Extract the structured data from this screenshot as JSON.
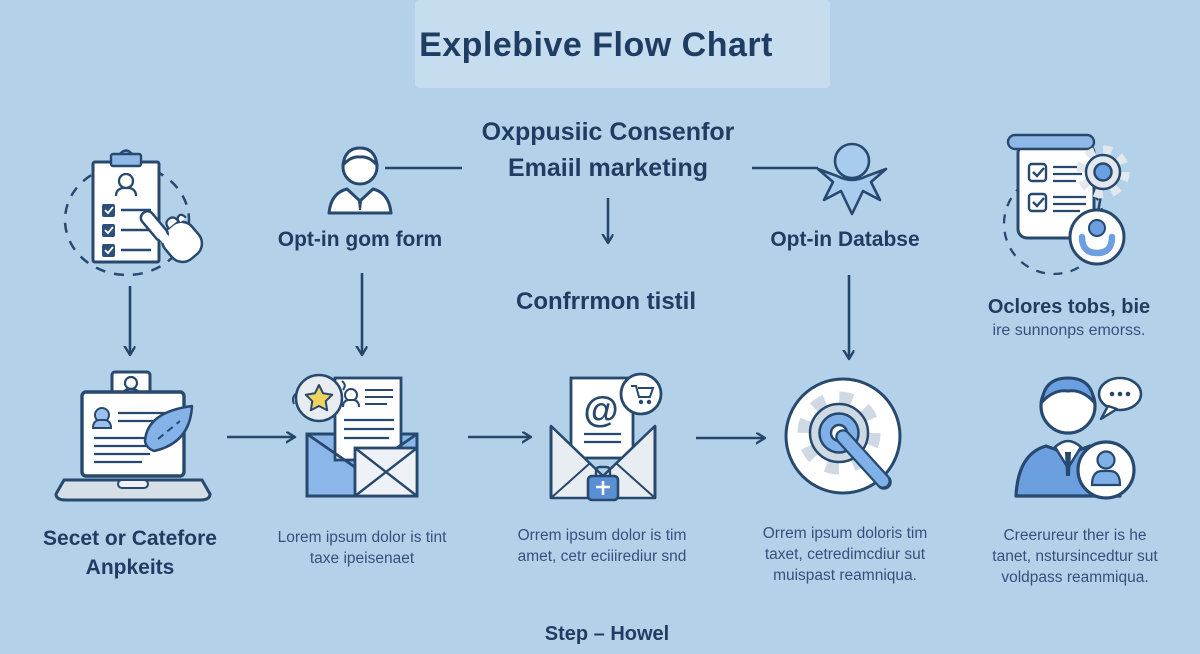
{
  "title": "Explebive Flow Chart",
  "colors": {
    "bg": "#b3d2ea",
    "panel": "#bfd9ee",
    "ink": "#1f3d62",
    "ink-soft": "#33517c",
    "line": "#24466b",
    "blue-mid": "#6b9fe0",
    "blue-light": "#a9ccee",
    "blue-leaf": "#85b2e8",
    "gray-fill": "#d9e0e8",
    "yellow": "#f0d25e"
  },
  "top_flow": {
    "consent_line1": "Oxppusiic Consenfor",
    "consent_line2": "Emaiil marketing",
    "optin_form_label": "Opt-in gom form",
    "optin_db_label": "Opt-in Databse",
    "confirm_label": "Confrrmon tistil",
    "scroll_note_line1": "Oclores tobs, bie",
    "scroll_note_line2": "ire sunnonps emorss."
  },
  "bottom_flow": {
    "step1_title_line1": "Secet or Catefore",
    "step1_title_line2": "Anpkeits",
    "step2_caption_line1": "Lorem ipsum dolor is tint",
    "step2_caption_line2": "taxe ipeisenaet",
    "step3_caption_line1": "Orrem ipsum dolor is tim",
    "step3_caption_line2": "amet, cetr eciiirediur snd",
    "step4_caption_line1": "Orrem ipsum doloris tim",
    "step4_caption_line2": "taxet, cetredimcdiur sut",
    "step4_caption_line3": "muispast reamniqua.",
    "step5_caption_line1": "Creerureur ther is he",
    "step5_caption_line2": "tanet, nstursincedtur sut",
    "step5_caption_line3": "voldpass reammiqua."
  },
  "footer_label": "Step – Howel",
  "glyphs": {
    "at_symbol": "@"
  },
  "icons": {
    "clipboard-checklist-icon": "clipboard with user, checklist rows and pointing hand inside dashed circle",
    "optin-person-icon": "person bust outline",
    "optin-database-icon": "blue silhouette figure",
    "scroll-checklist-icon": "scroll document with checkboxes, gear and user badge",
    "laptop-leaf-icon": "laptop showing profile document with leaf",
    "envelope-star-icon": "open envelope with documents and star badge",
    "envelope-at-icon": "envelope with @ letter, badge and briefcase",
    "gear-search-icon": "gear with magnifier handle inside white circle",
    "person-chat-icon": "suited person with speech bubble and user badge"
  }
}
